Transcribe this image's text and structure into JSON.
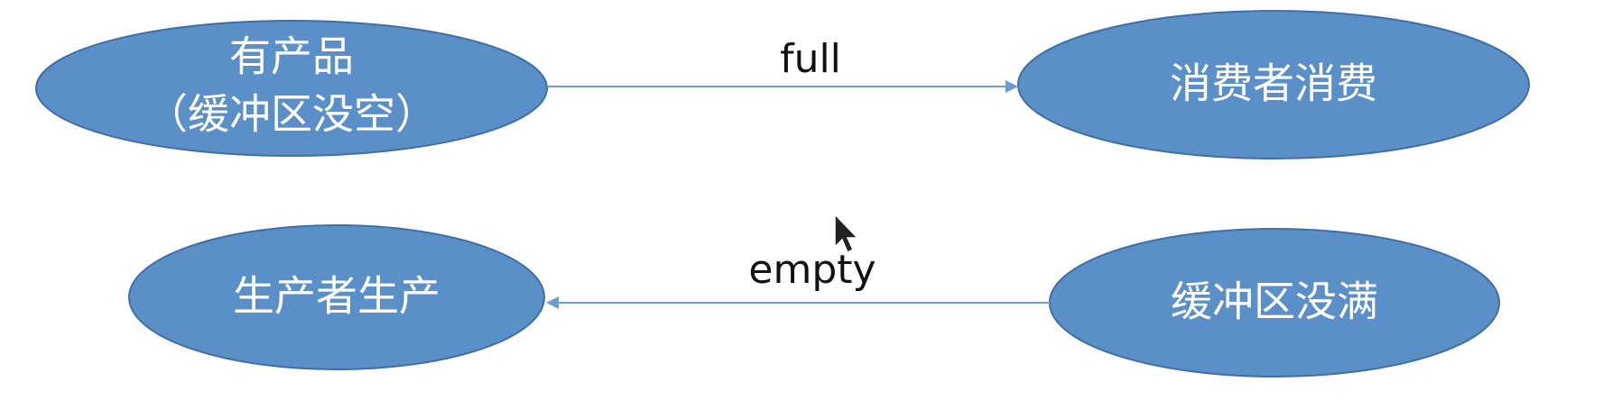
{
  "diagram": {
    "colors": {
      "node_fill": "#5b8fc8",
      "node_border": "#3f6fa3",
      "arrow": "#6e9bd0",
      "node_text": "#ffffff",
      "edge_text": "#111111"
    },
    "nodes": {
      "has_product": {
        "line1": "有产品",
        "line2": "（缓冲区没空）"
      },
      "consumer_consume": {
        "label": "消费者消费"
      },
      "producer_produce": {
        "label": "生产者生产"
      },
      "buffer_not_full": {
        "label": "缓冲区没满"
      }
    },
    "edges": {
      "full": {
        "label": "full"
      },
      "empty": {
        "label": "empty"
      }
    },
    "cursor_icon": "mouse-pointer-icon"
  }
}
